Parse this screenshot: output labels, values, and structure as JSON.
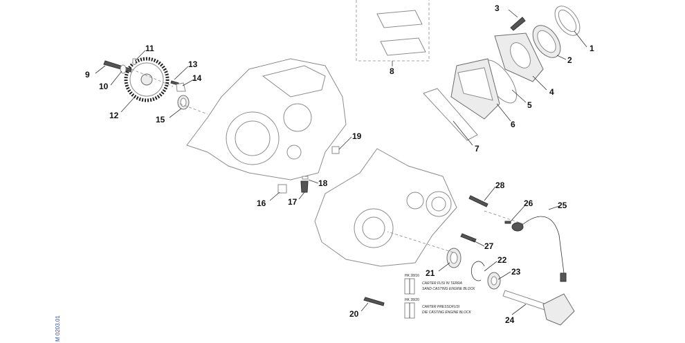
{
  "diagram": {
    "callouts": [
      "1",
      "2",
      "3",
      "4",
      "5",
      "6",
      "7",
      "8",
      "9",
      "10",
      "11",
      "12",
      "13",
      "14",
      "15",
      "16",
      "17",
      "18",
      "19",
      "20",
      "21",
      "22",
      "23",
      "24",
      "25",
      "26",
      "27",
      "28"
    ],
    "bearing_options": [
      {
        "code": "HK 28/16",
        "line1": "CARTER FUSI IN TERRA",
        "line2": "SAND CASTING ENGINE BLOCK"
      },
      {
        "code": "HK 28/20",
        "line1": "CARTER PRESSOFUSI",
        "line2": "DIE CASTING ENGINE BLOCK"
      }
    ],
    "drawing_code": "M 0203.01"
  }
}
